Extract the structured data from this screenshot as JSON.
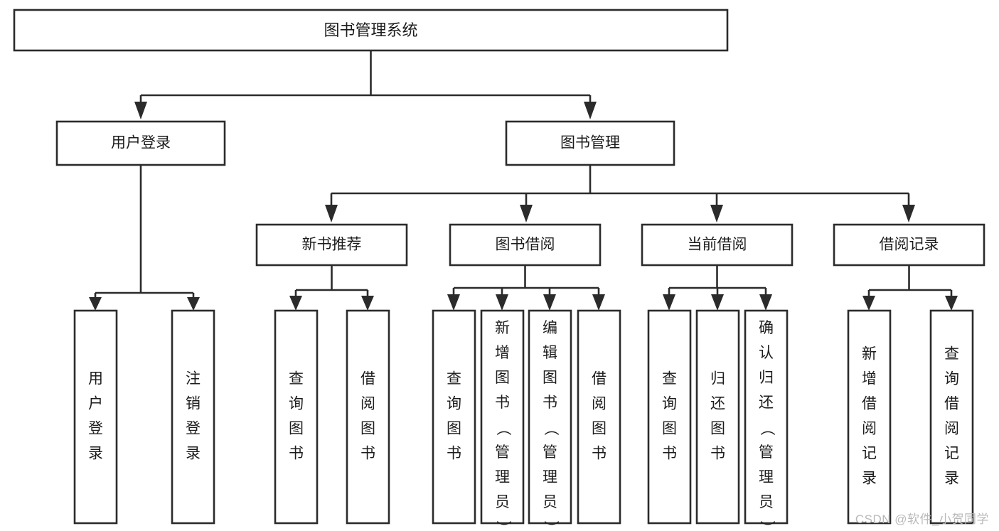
{
  "diagram": {
    "type": "hierarchy-tree",
    "title_node": {
      "label": "图书管理系统"
    },
    "level2": [
      {
        "id": "user-login",
        "label": "用户登录"
      },
      {
        "id": "book-management",
        "label": "图书管理"
      }
    ],
    "level3": [
      {
        "id": "new-book-recommend",
        "label": "新书推荐",
        "parent": "book-management"
      },
      {
        "id": "book-borrow",
        "label": "图书借阅",
        "parent": "book-management"
      },
      {
        "id": "current-borrow",
        "label": "当前借阅",
        "parent": "book-management"
      },
      {
        "id": "borrow-record",
        "label": "借阅记录",
        "parent": "book-management"
      }
    ],
    "leaves": {
      "user-login": [
        {
          "id": "leaf-user-login",
          "label": "用户登录"
        },
        {
          "id": "leaf-logout-login",
          "label": "注销登录"
        }
      ],
      "new-book-recommend": [
        {
          "id": "leaf-query-book-1",
          "label": "查询图书"
        },
        {
          "id": "leaf-borrow-book-1",
          "label": "借阅图书"
        }
      ],
      "book-borrow": [
        {
          "id": "leaf-query-book-2",
          "label": "查询图书"
        },
        {
          "id": "leaf-add-book",
          "label": "新增图书（管理员）"
        },
        {
          "id": "leaf-edit-book",
          "label": "编辑图书（管理员）"
        },
        {
          "id": "leaf-borrow-book-2",
          "label": "借阅图书"
        }
      ],
      "current-borrow": [
        {
          "id": "leaf-query-book-3",
          "label": "查询图书"
        },
        {
          "id": "leaf-return-book",
          "label": "归还图书"
        },
        {
          "id": "leaf-confirm-return",
          "label": "确认归还（管理员）"
        }
      ],
      "borrow-record": [
        {
          "id": "leaf-add-record",
          "label": "新增借阅记录"
        },
        {
          "id": "leaf-query-record",
          "label": "查询借阅记录"
        }
      ]
    },
    "colors": {
      "stroke": "#2b2b2b",
      "fill": "#ffffff",
      "text": "#1c1c1c",
      "background": "#ffffff",
      "watermark": "#b9b9b9"
    }
  },
  "watermark": {
    "text": "CSDN @软件_小贺同学"
  }
}
